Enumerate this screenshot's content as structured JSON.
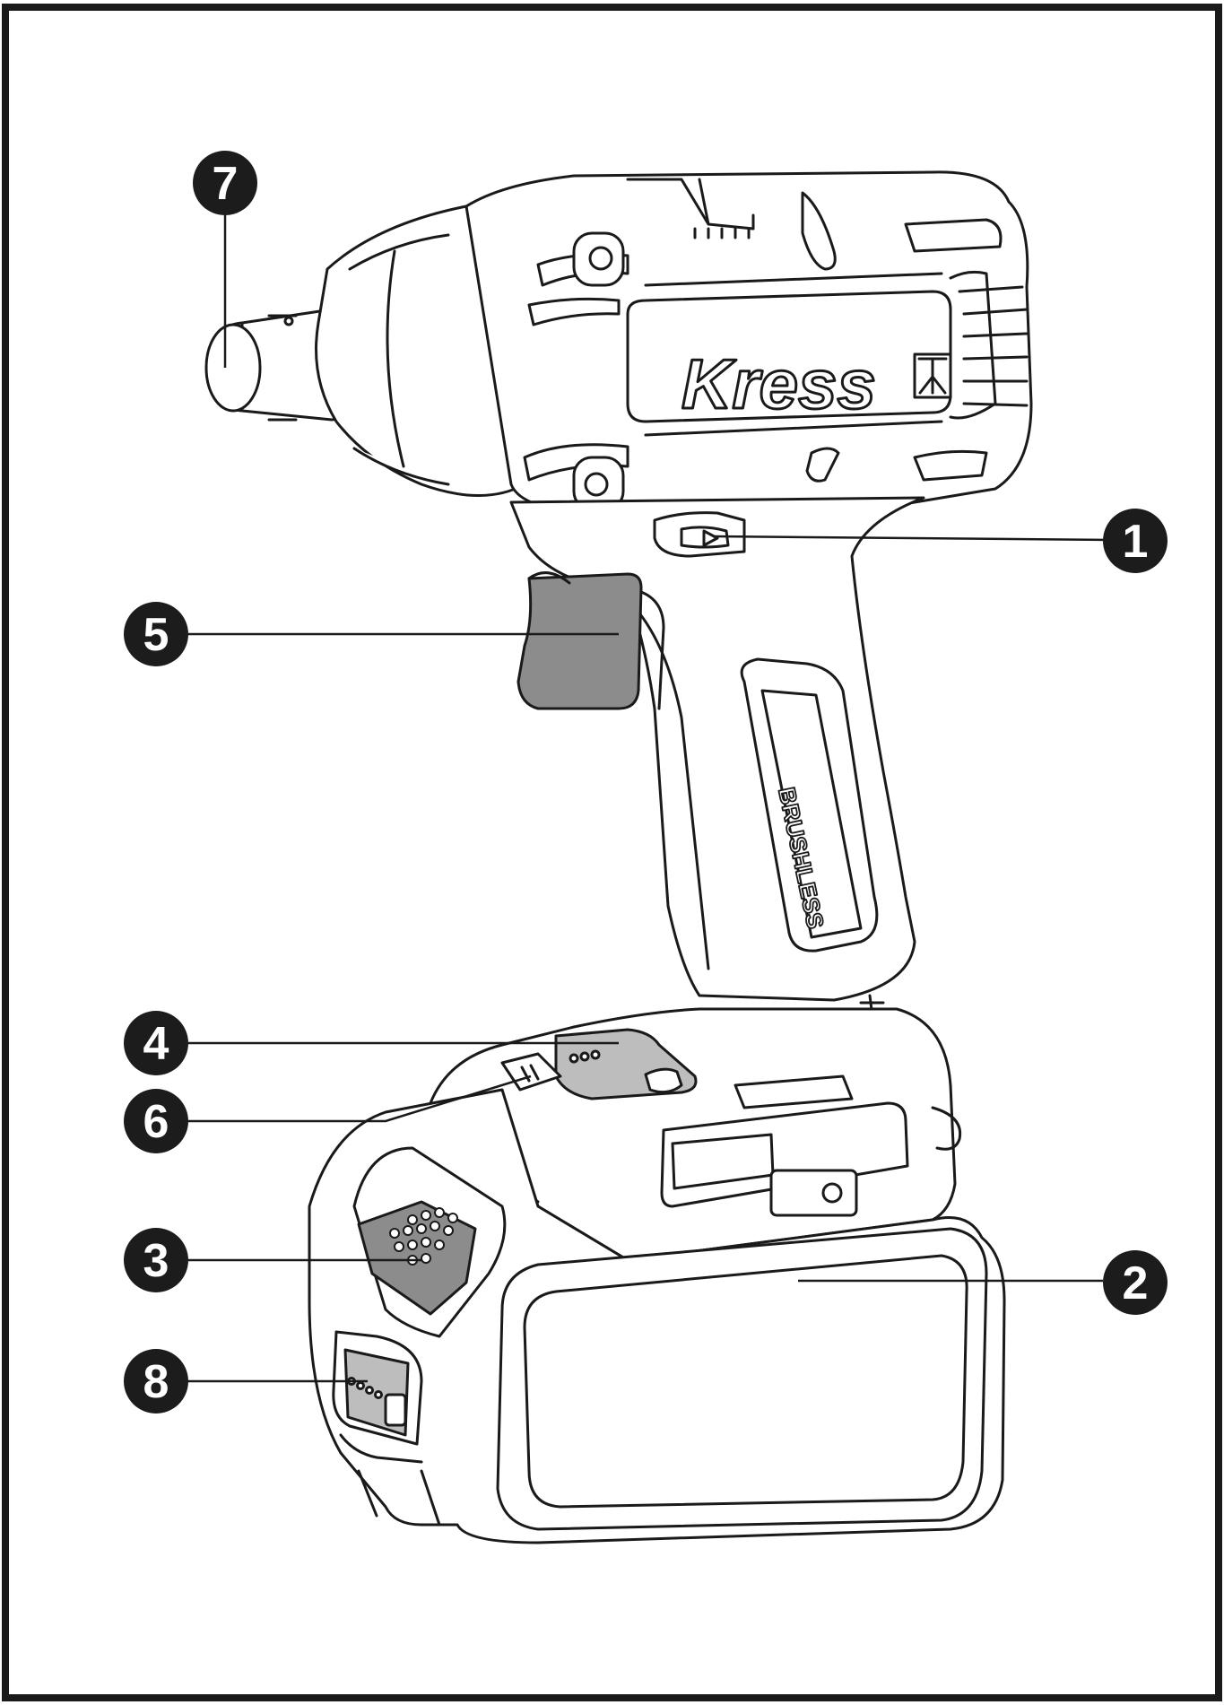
{
  "figure": {
    "brand_text": "Kress",
    "side_text": "BRUSHLESS"
  },
  "callouts": [
    {
      "id": "1",
      "label": "1"
    },
    {
      "id": "2",
      "label": "2"
    },
    {
      "id": "3",
      "label": "3"
    },
    {
      "id": "4",
      "label": "4"
    },
    {
      "id": "5",
      "label": "5"
    },
    {
      "id": "6",
      "label": "6"
    },
    {
      "id": "7",
      "label": "7"
    },
    {
      "id": "8",
      "label": "8"
    }
  ],
  "colors": {
    "line": "#1a1a1a",
    "callout_fill": "#1c1c1c",
    "callout_text": "#ffffff",
    "highlight_gray": "#8c8c8c",
    "light_gray": "#bdbdbd"
  }
}
